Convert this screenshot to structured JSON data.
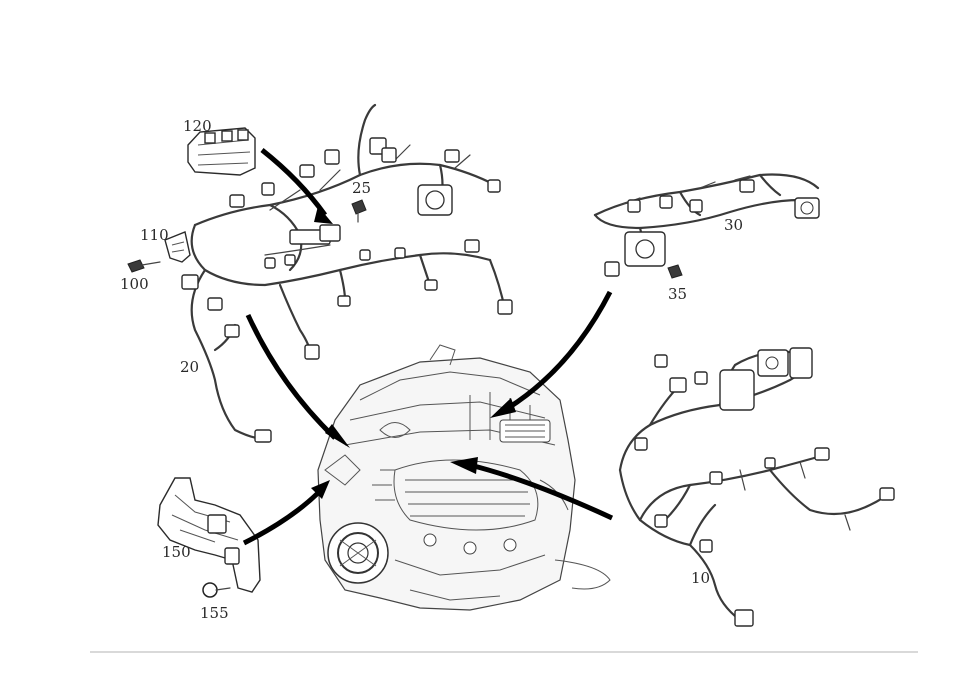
{
  "diagram": {
    "callouts": {
      "c120": "120",
      "c25": "25",
      "c110": "110",
      "c100": "100",
      "c20": "20",
      "c30": "30",
      "c35": "35",
      "c10": "10",
      "c150": "150",
      "c155": "155"
    },
    "colors": {
      "line": "#3a3a3a",
      "arrow": "#000000",
      "background": "#ffffff",
      "rule": "#d9d9d9"
    }
  }
}
